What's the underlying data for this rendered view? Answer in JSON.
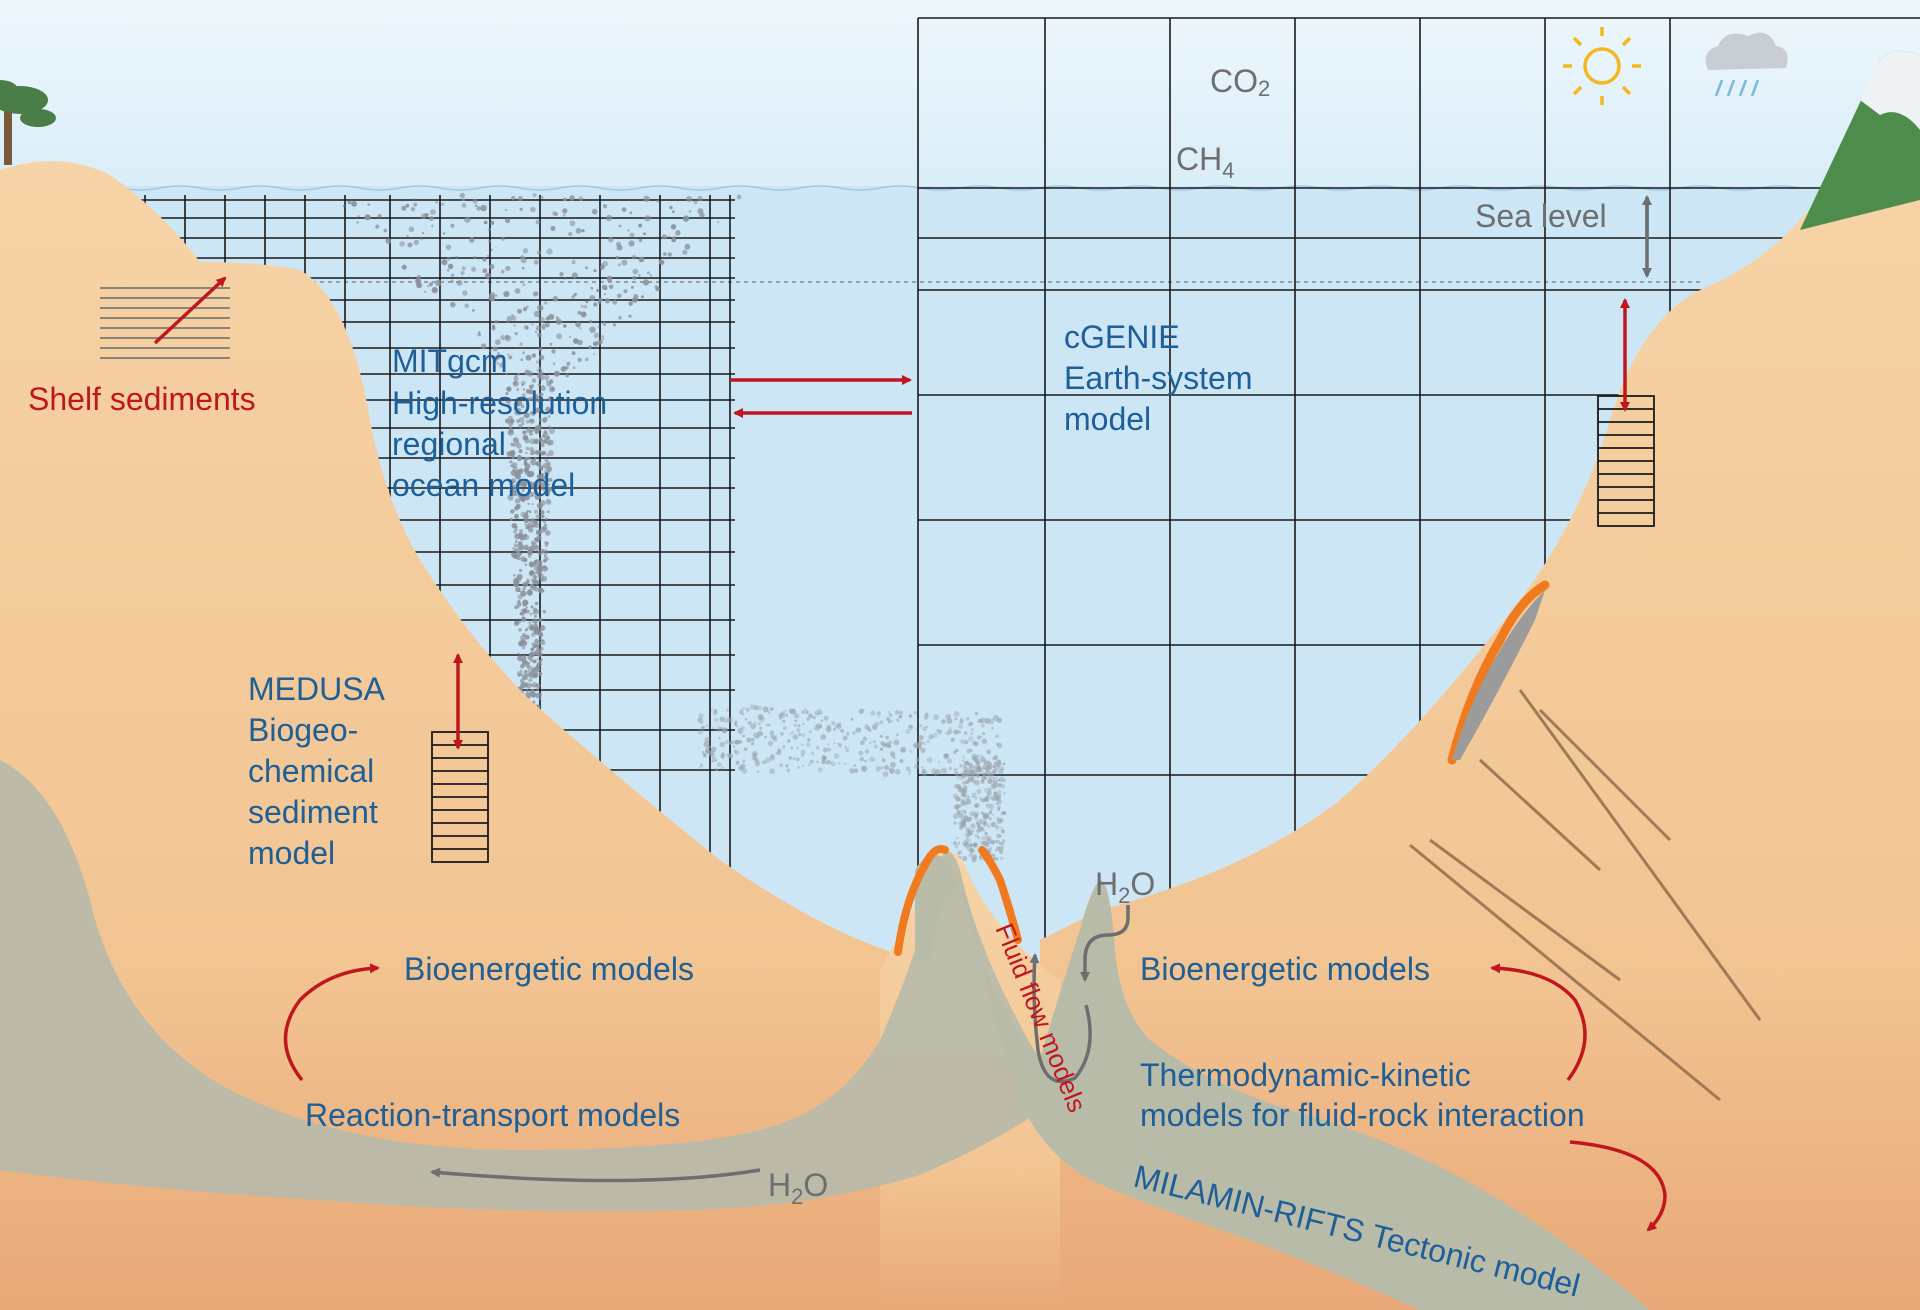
{
  "atmosphere": {
    "co2": "CO",
    "co2_sub": "2",
    "ch4": "CH",
    "ch4_sub": "4",
    "sun_icon": "sun-icon",
    "rain_icon": "rain-cloud-icon"
  },
  "ocean": {
    "sea_level": "Sea level"
  },
  "models": {
    "shelf": "Shelf sediments",
    "mitgcm": [
      "MITgcm",
      "High-resolution",
      "regional",
      "ocean model"
    ],
    "cgenie": [
      "cGENIE",
      "Earth-system",
      "model"
    ],
    "medusa": [
      "MEDUSA",
      "Biogeo-",
      "chemical",
      "sediment",
      "model"
    ],
    "bio_left": "Bioenergetic models",
    "bio_right": "Bioenergetic models",
    "reaction": "Reaction-transport models",
    "thermo": [
      "Thermodynamic-kinetic",
      "models for fluid-rock interaction"
    ],
    "fluid_flow": "Fluid flow models",
    "milamin": "MILAMIN-RIFTS Tectonic model"
  },
  "water": {
    "h2o_left": [
      "H",
      "2",
      "O"
    ],
    "h2o_center": [
      "H",
      "2",
      "O"
    ]
  },
  "colors": {
    "sky": "#e3f1fa",
    "ocean": "#cde6f6",
    "land": "#f5cf9c",
    "rock_gray": "#b9bba9",
    "label_blue": "#1e5f97",
    "label_red": "#c0171f",
    "lava": "#f07a1e"
  }
}
